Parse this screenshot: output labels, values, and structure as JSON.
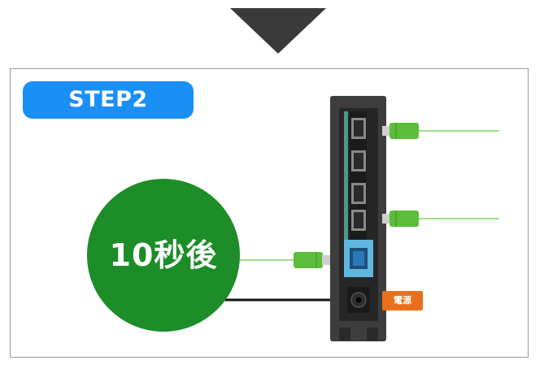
{
  "step": {
    "label": "STEP2",
    "color": "#1a8ff5"
  },
  "timer": {
    "label": "10秒後",
    "color": "#1c8d28"
  },
  "power_label": {
    "text": "電源",
    "color": "#e8701c"
  },
  "icons": {
    "arrow": "triangle-down-icon",
    "device": "router-icon",
    "cable": "lan-cable-icon"
  },
  "colors": {
    "router_body": "#3d3d3d",
    "router_panel": "#262626",
    "wan_port": "#5fb6df",
    "cable_green": "#5cbc3b",
    "cable_line": "#7fd35f",
    "arrow": "#3a3a3a"
  }
}
